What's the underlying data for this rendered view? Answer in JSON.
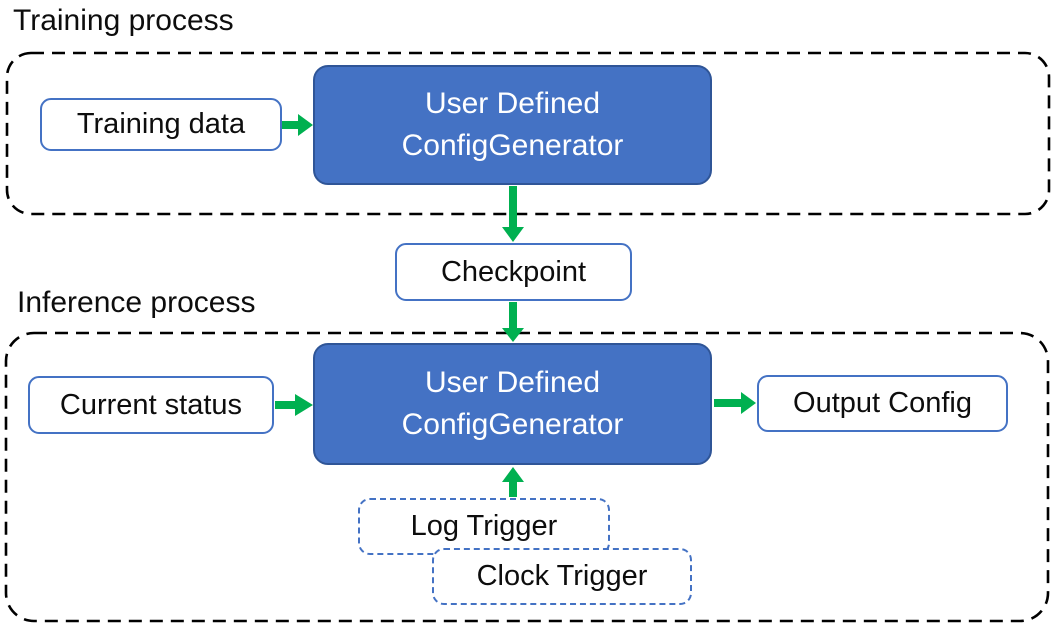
{
  "training": {
    "title": "Training process",
    "input_label": "Training data",
    "generator_line1": "User Defined",
    "generator_line2": "ConfigGenerator"
  },
  "checkpoint_label": "Checkpoint",
  "inference": {
    "title": "Inference process",
    "input_label": "Current status",
    "generator_line1": "User Defined",
    "generator_line2": "ConfigGenerator",
    "output_label": "Output Config",
    "trigger_labels": [
      "Log Trigger",
      "Clock Trigger"
    ]
  },
  "colors": {
    "generator_fill": "#4472C4",
    "generator_border": "#2F5597",
    "io_box_border": "#4472C4",
    "trigger_box_border": "#4472C4",
    "arrow": "#00B050",
    "container_border": "#000000",
    "text_dark": "#0D0D0D",
    "text_light": "#FFFFFF",
    "background": "#FFFFFF"
  }
}
